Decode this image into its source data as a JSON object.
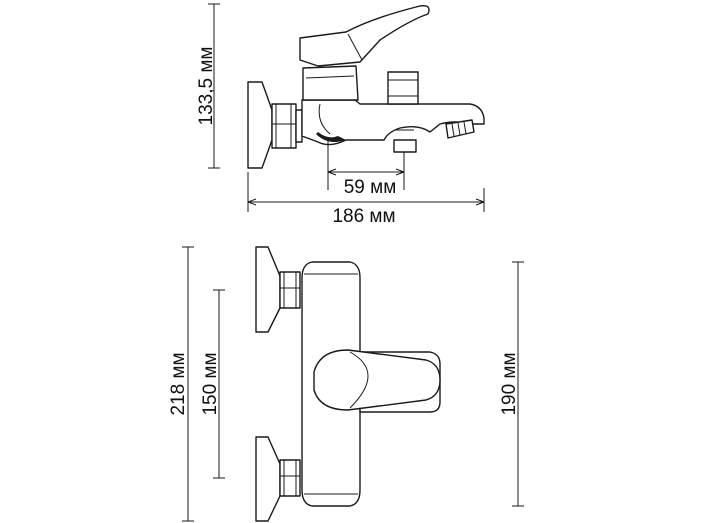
{
  "dimensions": {
    "height": "133,5 мм",
    "outlet_to_wall": "59 мм",
    "total_depth": "186 мм",
    "total_height": "218 мм",
    "center_distance": "150 мм",
    "body_length": "190 мм"
  },
  "colors": {
    "line": "#1a1a1a",
    "background": "#ffffff"
  }
}
